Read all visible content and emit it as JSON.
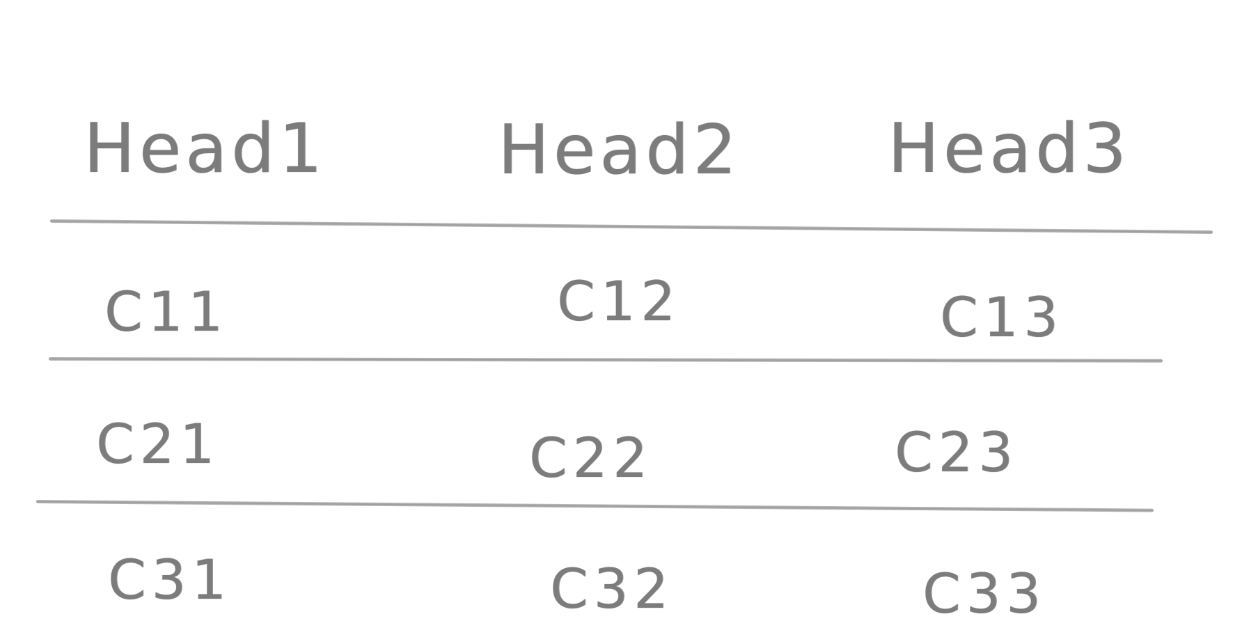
{
  "table": {
    "headers": [
      "Head1",
      "Head2",
      "Head3"
    ],
    "rows": [
      [
        "C11",
        "C12",
        "C13"
      ],
      [
        "C21",
        "C22",
        "C23"
      ],
      [
        "C31",
        "C32",
        "C33"
      ]
    ]
  }
}
